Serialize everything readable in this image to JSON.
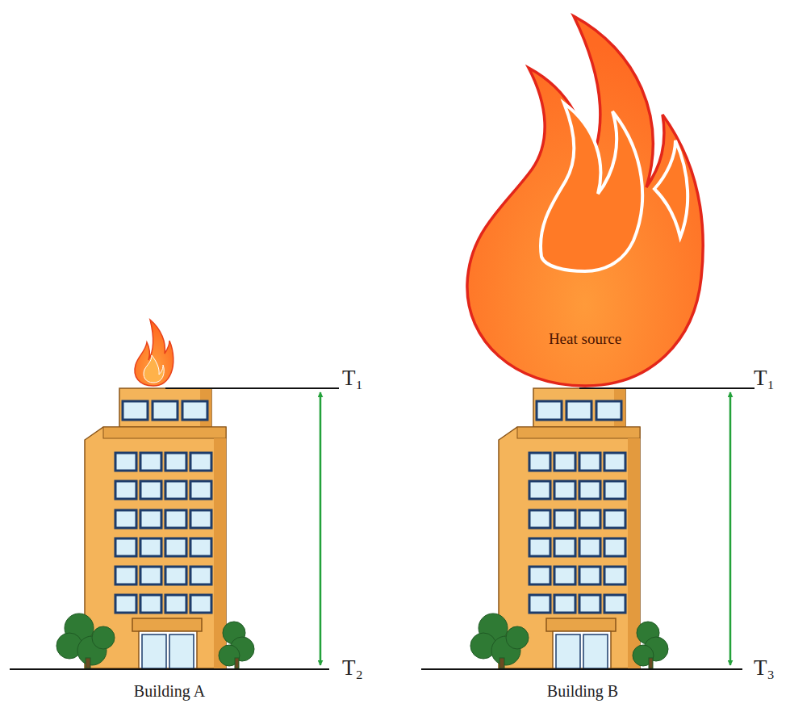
{
  "diagram": {
    "nodes": [
      {
        "text": [
          "Heat source"
        ]
      }
    ],
    "labels": [
      "T₁",
      "T₂",
      "Building A",
      "T₁",
      "T₃",
      "Building B"
    ]
  }
}
